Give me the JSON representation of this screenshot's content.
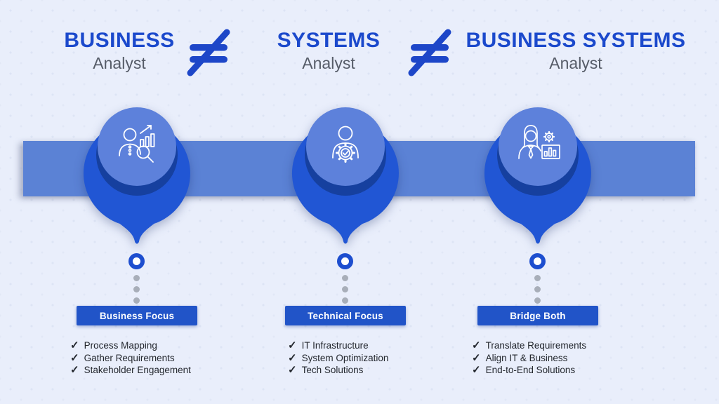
{
  "header": {
    "titles": [
      {
        "main": "BUSINESS",
        "sub": "Analyst"
      },
      {
        "main": "SYSTEMS",
        "sub": "Analyst"
      },
      {
        "main": "BUSINESS SYSTEMS",
        "sub": "Analyst"
      }
    ],
    "separator": "not-equal-sign"
  },
  "columns": [
    {
      "icon": "person-chart-magnifier-icon",
      "label": "Business Focus",
      "items": [
        "Process Mapping",
        "Gather Requirements",
        "Stakeholder Engagement"
      ]
    },
    {
      "icon": "person-gear-check-icon",
      "label": "Technical Focus",
      "items": [
        "IT Infrastructure",
        "System Optimization",
        "Tech Solutions"
      ]
    },
    {
      "icon": "person-gear-barchart-icon",
      "label": "Bridge Both",
      "items": [
        "Translate Requirements",
        "Align IT & Business",
        "End-to-End Solutions"
      ]
    }
  ],
  "glyphs": {
    "check": "✓"
  },
  "colors": {
    "title_blue": "#1b49cc",
    "subtitle_gray": "#565c68",
    "band_blue": "#5b82d5",
    "balloon_blue": "#2156d4",
    "balloon_shadow_blue": "#16409f",
    "inner_circle_blue": "#5d81db",
    "label_box_blue": "#2154c8",
    "ring_blue": "#1d4ecf",
    "dot_gray": "#a8aeb9",
    "list_text": "#23272e",
    "background": "#e9eefb"
  }
}
